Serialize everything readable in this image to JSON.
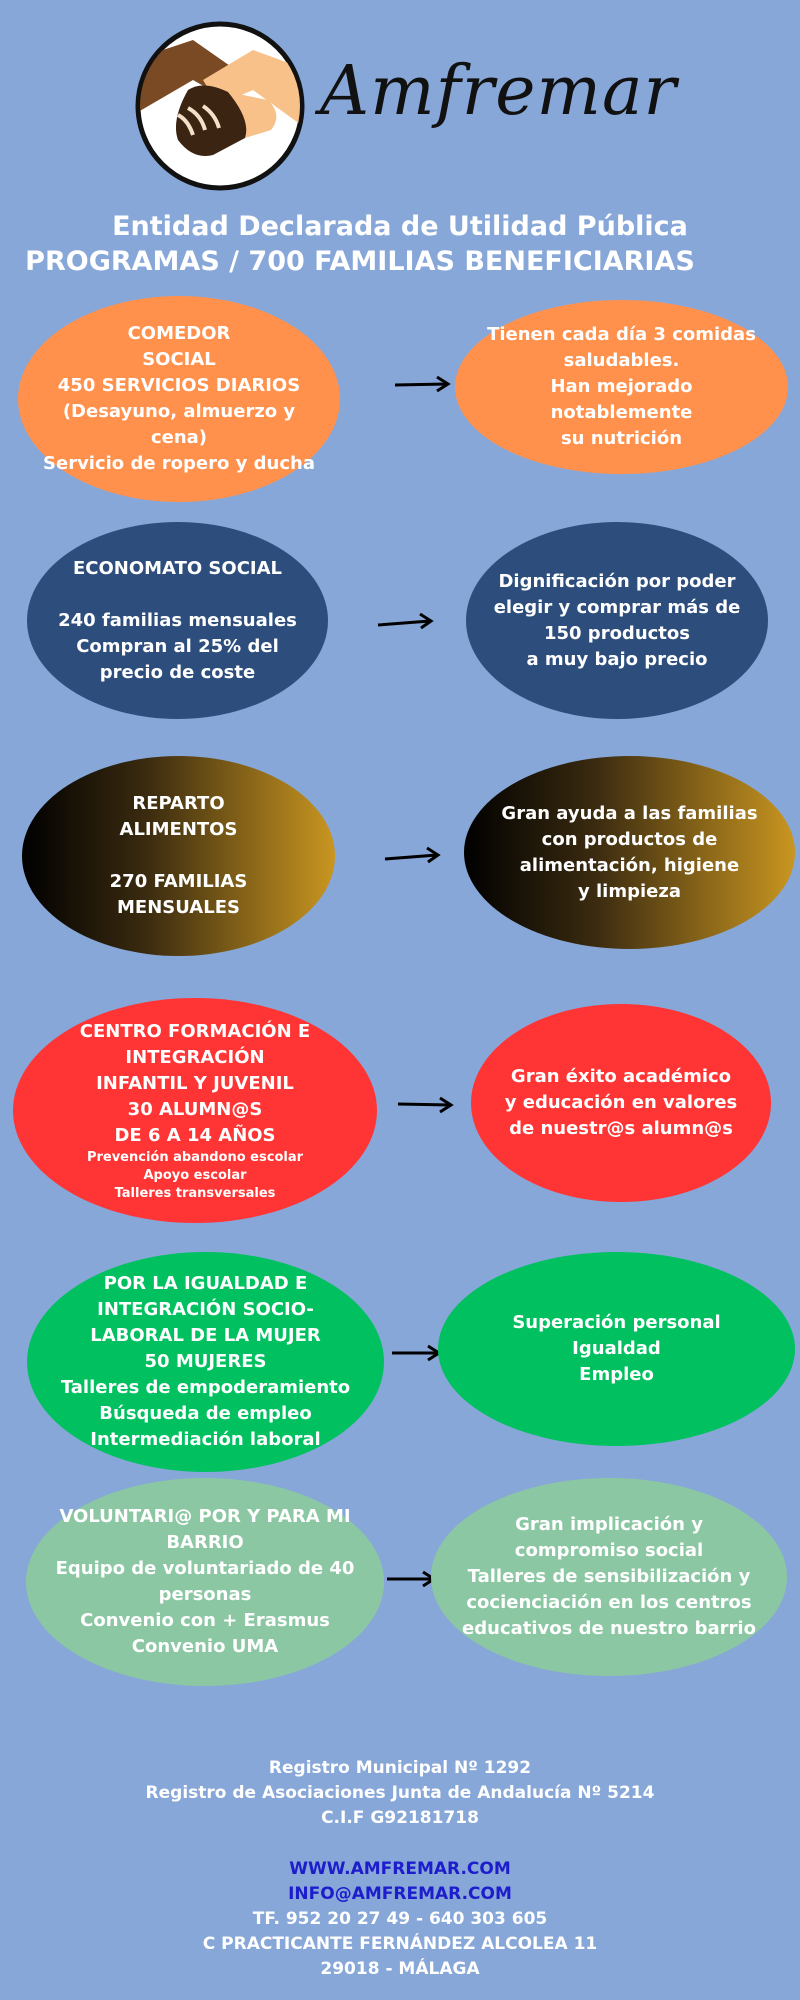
{
  "header": {
    "brand_name": "Amfremar",
    "headline_1": "Entidad Declarada de Utilidad Pública",
    "headline_2": "PROGRAMAS / 700 FAMILIAS BENEFICIARIAS"
  },
  "programs": [
    {
      "left": "COMEDOR\nSOCIAL\n450 SERVICIOS DIARIOS\n(Desayuno, almuerzo y\ncena)\nServicio de ropero y ducha",
      "right": "Tienen cada día 3 comidas\nsaludables.\nHan mejorado\nnotablemente\nsu nutrición"
    },
    {
      "left": "ECONOMATO SOCIAL\n\n240 familias mensuales\nCompran al 25% del\nprecio de coste",
      "right": "Dignificación por poder\nelegir y comprar más de\n150 productos\na muy bajo precio"
    },
    {
      "left": "REPARTO\nALIMENTOS\n\n270 FAMILIAS\nMENSUALES",
      "right": "Gran ayuda a las familias\ncon productos de\nalimentación, higiene\ny limpieza"
    },
    {
      "left": "CENTRO FORMACIÓN E\nINTEGRACIÓN\nINFANTIL Y JUVENIL\n30 ALUMN@S\nDE 6 A 14 AÑOS",
      "left_sub": "Prevención abandono escolar\nApoyo escolar\nTalleres transversales",
      "right": "Gran éxito académico\ny educación en valores\nde nuestr@s alumn@s"
    },
    {
      "left": "POR LA IGUALDAD E\nINTEGRACIÓN SOCIO-\nLABORAL DE LA MUJER\n50 MUJERES\nTalleres de empoderamiento\nBúsqueda de empleo\nIntermediación laboral",
      "right": "Superación personal\nIgualdad\nEmpleo"
    },
    {
      "left": "VOLUNTARI@ POR Y PARA MI\nBARRIO\nEquipo de voluntariado de 40\npersonas\nConvenio con + Erasmus\nConvenio UMA",
      "right": "Gran implicación y\ncompromiso social\nTalleres de sensibilización y\ncocienciación en los centros\neducativos de nuestro barrio"
    }
  ],
  "footer": {
    "registro_municipal": "Registro Municipal Nº 1292",
    "registro_junta": "Registro de Asociaciones Junta de Andalucía Nº 5214",
    "cif": "C.I.F G92181718",
    "website": "WWW.AMFREMAR.COM",
    "email": "INFO@AMFREMAR.COM",
    "phone": "TF. 952 20 27 49 - 640 303 605",
    "address": "C PRACTICANTE FERNÁNDEZ ALCOLEA 11",
    "postal": "29018 - MÁLAGA"
  },
  "colors": {
    "background": "#87a7d8",
    "orange": "#ff914d",
    "navy": "#2d4e7c",
    "red": "#ff3434",
    "green": "#00c060",
    "sage": "#8cc7a3",
    "link": "#1d1dcc"
  }
}
